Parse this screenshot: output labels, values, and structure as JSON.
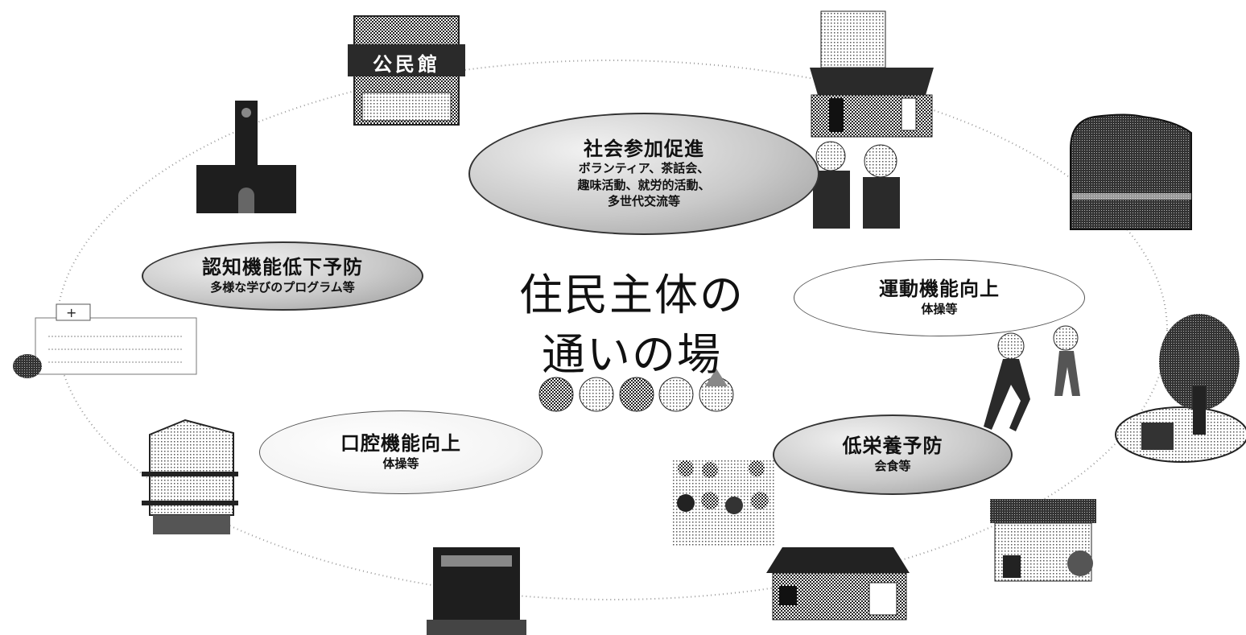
{
  "center": {
    "line1": "住民主体の",
    "line2": "通いの場"
  },
  "bubbles": {
    "social": {
      "title": "社会参加促進",
      "lines": [
        "ボランティア、茶話会、",
        "趣味活動、就労的活動、",
        "多世代交流等"
      ]
    },
    "cognitive": {
      "title": "認知機能低下予防",
      "sub": "多様な学びのプログラム等"
    },
    "motor": {
      "title": "運動機能向上",
      "sub": "体操等"
    },
    "oral": {
      "title": "口腔機能向上",
      "sub": "体操等"
    },
    "nutrition": {
      "title": "低栄養予防",
      "sub": "会食等"
    }
  },
  "buildings": {
    "community_hall_sign": "公民館"
  }
}
